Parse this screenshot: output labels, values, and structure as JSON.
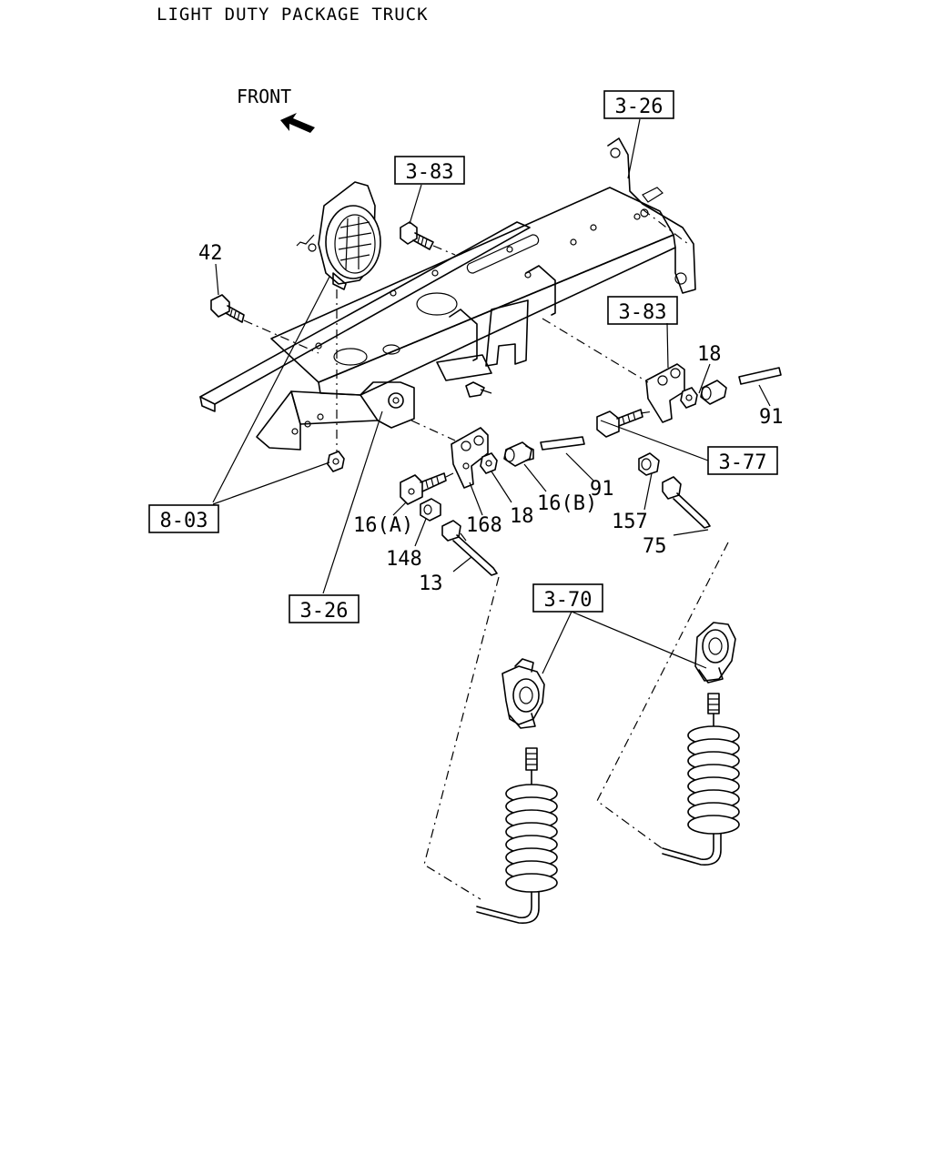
{
  "title": "LIGHT DUTY PACKAGE TRUCK",
  "front_label": "FRONT",
  "ref_boxes": [
    {
      "id": "ref-3-26-top",
      "text": "3-26"
    },
    {
      "id": "ref-3-83-left",
      "text": "3-83"
    },
    {
      "id": "ref-3-83-right",
      "text": "3-83"
    },
    {
      "id": "ref-3-77",
      "text": "3-77"
    },
    {
      "id": "ref-8-03",
      "text": "8-03"
    },
    {
      "id": "ref-3-26-bottom",
      "text": "3-26"
    },
    {
      "id": "ref-3-70",
      "text": "3-70"
    }
  ],
  "part_labels": [
    {
      "id": "part-42",
      "text": "42"
    },
    {
      "id": "part-18-right",
      "text": "18"
    },
    {
      "id": "part-91-right",
      "text": "91"
    },
    {
      "id": "part-91-mid",
      "text": "91"
    },
    {
      "id": "part-16a",
      "text": "16(A)"
    },
    {
      "id": "part-168",
      "text": "168"
    },
    {
      "id": "part-18-mid",
      "text": "18"
    },
    {
      "id": "part-16b",
      "text": "16(B)"
    },
    {
      "id": "part-157",
      "text": "157"
    },
    {
      "id": "part-75",
      "text": "75"
    },
    {
      "id": "part-148",
      "text": "148"
    },
    {
      "id": "part-13",
      "text": "13"
    }
  ]
}
